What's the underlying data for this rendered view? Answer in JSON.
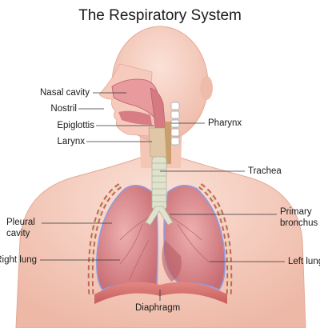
{
  "title": "The Respiratory System",
  "labels": {
    "nasal_cavity": "Nasal cavity",
    "nostril": "Nostril",
    "epiglottis": "Epiglottis",
    "larynx": "Larynx",
    "pharynx": "Pharynx",
    "trachea": "Trachea",
    "pleural_cavity_line1": "Pleural",
    "pleural_cavity_line2": "cavity",
    "primary_bronchus_line1": "Primary",
    "primary_bronchus_line2": "bronchus",
    "right_lung": "Right lung",
    "left_lung": "Left lung",
    "diaphragm": "Diaphragm"
  },
  "colors": {
    "skin": "#f7d2c5",
    "skin_shadow": "#efbcab",
    "lung": "#e49a9a",
    "lung_dark": "#c86e74",
    "trachea": "#d9dcc6",
    "pleura_outline": "#8f9be0",
    "diaphragm": "#d86f6b"
  }
}
